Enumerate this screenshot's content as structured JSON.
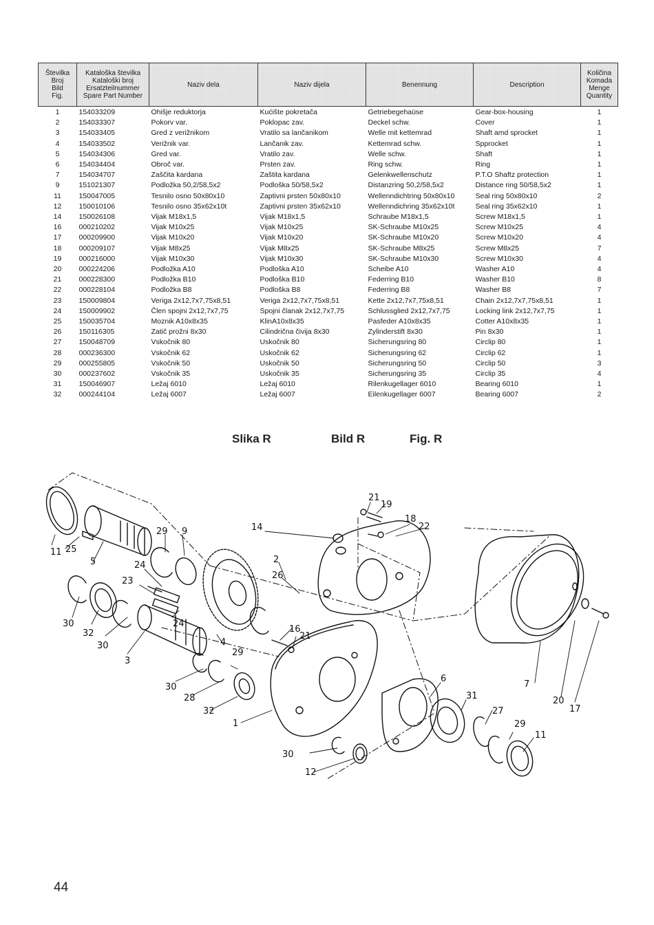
{
  "table": {
    "headers": {
      "fig": [
        "Številka",
        "Broj",
        "Bild",
        "Fig."
      ],
      "part_number": [
        "Kataloška številka",
        "Kataloški broj",
        "Ersatzteilnummer",
        "Spare Part Number"
      ],
      "name_sl": "Naziv dela",
      "name_hr": "Naziv dijela",
      "name_de": "Benennung",
      "name_en": "Description",
      "qty": [
        "Količina",
        "Komada",
        "Menge",
        "Quantity"
      ]
    },
    "rows": [
      {
        "fig": "1",
        "part": "154033209",
        "sl": "Ohišje reduktorja",
        "hr": "Kućište pokretača",
        "de": "Getriebegehaüse",
        "en": "Gear-box-housing",
        "qty": "1"
      },
      {
        "fig": "2",
        "part": "154033307",
        "sl": "Pokorv var.",
        "hr": "Poklopac zav.",
        "de": "Deckel schw.",
        "en": "Cover",
        "qty": "1"
      },
      {
        "fig": "3",
        "part": "154033405",
        "sl": "Gred z verižnikom",
        "hr": "Vratilo sa lančanikom",
        "de": "Welle mit kettemrad",
        "en": "Shaft amd sprocket",
        "qty": "1"
      },
      {
        "fig": "4",
        "part": "154033502",
        "sl": "Verižnik var.",
        "hr": "Lančanik zav.",
        "de": "Kettemrad schw.",
        "en": "Spprocket",
        "qty": "1"
      },
      {
        "fig": "5",
        "part": "154034306",
        "sl": "Gred var.",
        "hr": "Vratilo zav.",
        "de": "Welle schw.",
        "en": "Shaft",
        "qty": "1"
      },
      {
        "fig": "6",
        "part": "154034404",
        "sl": "Obroč var.",
        "hr": "Prsten zav.",
        "de": "Ring schw.",
        "en": "Ring",
        "qty": "1"
      },
      {
        "fig": "7",
        "part": "154034707",
        "sl": "Zaščita kardana",
        "hr": "Zaštita kardana",
        "de": "Gelenkwellenschutz",
        "en": "P.T.O Shaftz protection",
        "qty": "1"
      },
      {
        "fig": "9",
        "part": "151021307",
        "sl": "Podložka 50,2/58,5x2",
        "hr": "Podloška 50/58,5x2",
        "de": "Distanzring 50,2/58,5x2",
        "en": "Distance ring 50/58,5x2",
        "qty": "1"
      },
      {
        "fig": "11",
        "part": "150047005",
        "sl": "Tesnilo osno 50x80x10",
        "hr": "Zaptivni prsten 50x80x10",
        "de": "Wellenndichtring 50x80x10",
        "en": "Seal ring 50x80x10",
        "qty": "2"
      },
      {
        "fig": "12",
        "part": "150010106",
        "sl": "Tesnilo osno 35x62x10t",
        "hr": "Zaptivni prsten 35x62x10",
        "de": "Wellenndichring 35x62x10t",
        "en": "Seal ring 35x62x10",
        "qty": "1"
      },
      {
        "fig": "14",
        "part": "150026108",
        "sl": "Vijak M18x1,5",
        "hr": "Vijak M18x1,5",
        "de": "Schraube M18x1,5",
        "en": "Screw M18x1,5",
        "qty": "1"
      },
      {
        "fig": "16",
        "part": "000210202",
        "sl": "Vijak M10x25",
        "hr": "Vijak M10x25",
        "de": "SK-Schraube M10x25",
        "en": "Screw M10x25",
        "qty": "4"
      },
      {
        "fig": "17",
        "part": "000209900",
        "sl": "Vijak M10x20",
        "hr": "Vijak M10x20",
        "de": "SK-Schraube M10x20",
        "en": "Screw M10x20",
        "qty": "4"
      },
      {
        "fig": "18",
        "part": "000209107",
        "sl": "Vijak M8x25",
        "hr": "Vijak M8x25",
        "de": "SK-Schraube M8x25",
        "en": "Screw M8x25",
        "qty": "7"
      },
      {
        "fig": "19",
        "part": "000216000",
        "sl": "Vijak M10x30",
        "hr": "Vijak M10x30",
        "de": "SK-Schraube M10x30",
        "en": "Screw M10x30",
        "qty": "4"
      },
      {
        "fig": "20",
        "part": "000224206",
        "sl": "Podložka A10",
        "hr": "Podloška A10",
        "de": "Scheibe A10",
        "en": "Washer A10",
        "qty": "4"
      },
      {
        "fig": "21",
        "part": "000228300",
        "sl": "Podložka B10",
        "hr": "Podloška B10",
        "de": "Federring B10",
        "en": "Washer B10",
        "qty": "8"
      },
      {
        "fig": "22",
        "part": "000228104",
        "sl": "Podložka B8",
        "hr": "Podloška B8",
        "de": "Federring B8",
        "en": "Washer B8",
        "qty": "7"
      },
      {
        "fig": "23",
        "part": "150009804",
        "sl": "Veriga 2x12,7x7,75x8,51",
        "hr": "Veriga 2x12,7x7,75x8,51",
        "de": "Kette 2x12,7x7,75x8,51",
        "en": "Chain 2x12,7x7,75x8,51",
        "qty": "1"
      },
      {
        "fig": "24",
        "part": "150009902",
        "sl": "Člen spojni 2x12,7x7,75",
        "hr": "Spojni članak 2x12,7x7,75",
        "de": "Schlussglied 2x12,7x7,75",
        "en": "Locking link 2x12,7x7,75",
        "qty": "1"
      },
      {
        "fig": "25",
        "part": "150035704",
        "sl": "Moznik A10x8x35",
        "hr": "KlinA10x8x35",
        "de": "Pasfeder A10x8x35",
        "en": "Cotter A10x8x35",
        "qty": "1"
      },
      {
        "fig": "26",
        "part": "150116305",
        "sl": "Zatič prožni 8x30",
        "hr": "Cilindrična čivija 8x30",
        "de": "Zylinderstift 8x30",
        "en": "Pin 8x30",
        "qty": "1"
      },
      {
        "fig": "27",
        "part": "150048709",
        "sl": "Vskočnik 80",
        "hr": "Uskočnik 80",
        "de": "Sicherungsring 80",
        "en": "Circlip 80",
        "qty": "1"
      },
      {
        "fig": "28",
        "part": "000236300",
        "sl": "Vskočnik 62",
        "hr": "Uskočnik 62",
        "de": "Sicherungsring 62",
        "en": "Circlip 62",
        "qty": "1"
      },
      {
        "fig": "29",
        "part": "000255805",
        "sl": "Vskočnik 50",
        "hr": "Uskočnik 50",
        "de": "Sicherungsring 50",
        "en": "Circlip 50",
        "qty": "3"
      },
      {
        "fig": "30",
        "part": "000237602",
        "sl": "Vskočnik 35",
        "hr": "Uskočnik 35",
        "de": "Sicherungsring 35",
        "en": "Circlip 35",
        "qty": "4"
      },
      {
        "fig": "31",
        "part": "150046907",
        "sl": "Ležaj 6010",
        "hr": "Ležaj 6010",
        "de": "Rilenkugellager 6010",
        "en": "Bearing 6010",
        "qty": "1"
      },
      {
        "fig": "32",
        "part": "000244104",
        "sl": "Ležaj 6007",
        "hr": "Ležaj 6007",
        "de": "Eilenkugellager 6007",
        "en": "Bearing 6007",
        "qty": "2"
      }
    ]
  },
  "figure": {
    "caption_sl": "Slika R",
    "caption_de": "Bild R",
    "caption_en": "Fig. R",
    "callouts": [
      "11",
      "25",
      "5",
      "29",
      "9",
      "24",
      "23",
      "30",
      "32",
      "30",
      "24",
      "3",
      "14",
      "21",
      "19",
      "18",
      "22",
      "2",
      "26",
      "16",
      "21",
      "29",
      "4",
      "30",
      "28",
      "32",
      "1",
      "6",
      "31",
      "27",
      "29",
      "11",
      "30",
      "12",
      "7",
      "20",
      "17"
    ]
  },
  "page_number": "44"
}
